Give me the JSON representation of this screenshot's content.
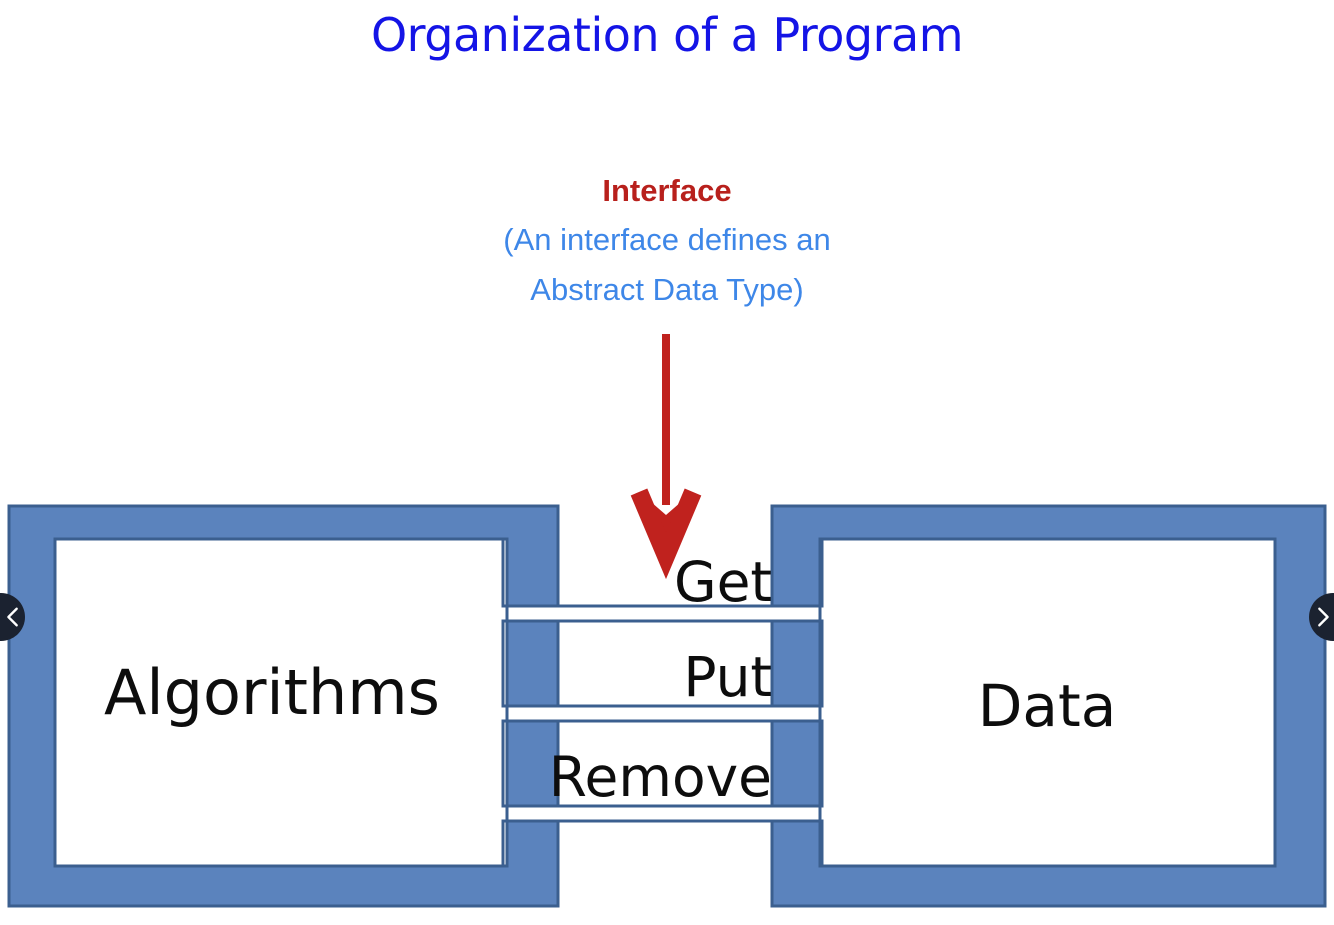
{
  "slide": {
    "title": "Organization of a Program",
    "title_color": "#1414e6",
    "background": "#ffffff"
  },
  "interface_callout": {
    "heading": "Interface",
    "heading_color": "#b8201c",
    "subtitle_line1": "(An interface defines an",
    "subtitle_line2": "Abstract Data Type)",
    "subtitle_color": "#3e87e8",
    "arrow_color": "#c0221e",
    "arrow_direction": "down"
  },
  "diagram": {
    "type": "interlocking-puzzle",
    "block_fill": "#5b83bd",
    "block_stroke": "#3b5f8f",
    "inner_fill": "#ffffff",
    "left_block": {
      "label": "Algorithms"
    },
    "right_block": {
      "label": "Data"
    },
    "interface_methods": [
      {
        "label": "Get"
      },
      {
        "label": "Put"
      },
      {
        "label": "Remove"
      }
    ]
  },
  "carousel": {
    "prev_label": "‹",
    "next_label": "›",
    "button_color": "#1b2230"
  }
}
